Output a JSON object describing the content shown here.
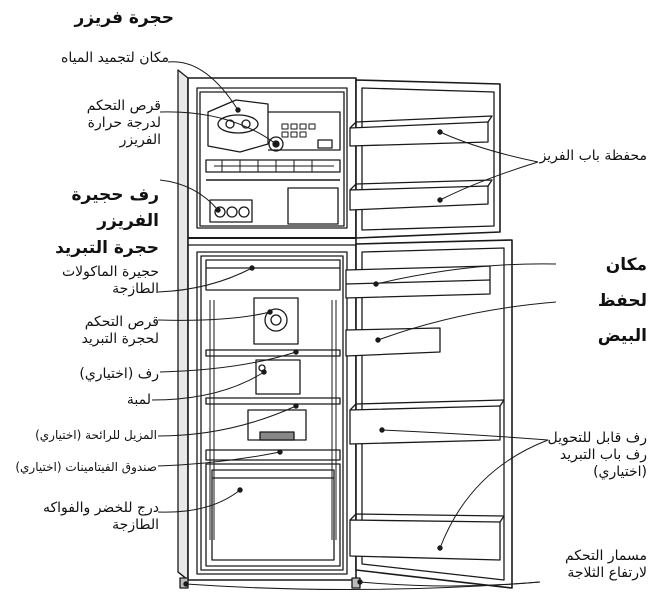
{
  "labels": {
    "freezer_compartment": "حجرة فريزر",
    "water_ice_place": "مكان لتجميد المياه",
    "freezer_temp_control": "قرص التحكم لدرجة حرارة الفريزر",
    "freezer_shelf": "رف حجيرة الفريزر",
    "fridge_compartment": "حجرة التبريد",
    "fresh_food_box": "حجيرة الماكولات الطازجة",
    "fridge_temp_control": "قرص التحكم لحجرة التبريد",
    "shelf_optional": "رف (اختياري)",
    "lamp": "لمبة",
    "deodorizer_optional": "المزيل للرائحة (اختياري)",
    "vitamin_box_optional": "صندوق الفيتامينات (اختياري)",
    "vegetable_drawer": "درج للخضر والفواكه الطازجة",
    "freezer_door_pocket": "محفظة باب الفريز",
    "egg_place": "مكان لحفظ البيض",
    "door_shelf": "رف قابل للتحويل رف باب التبريد (اختياري)",
    "leveling_screw": "مسمار التحكم لارتفاع الثلاجة"
  },
  "colors": {
    "line": "#1a1a1a",
    "fill": "#ffffff",
    "shade": "#d9d9d9"
  }
}
